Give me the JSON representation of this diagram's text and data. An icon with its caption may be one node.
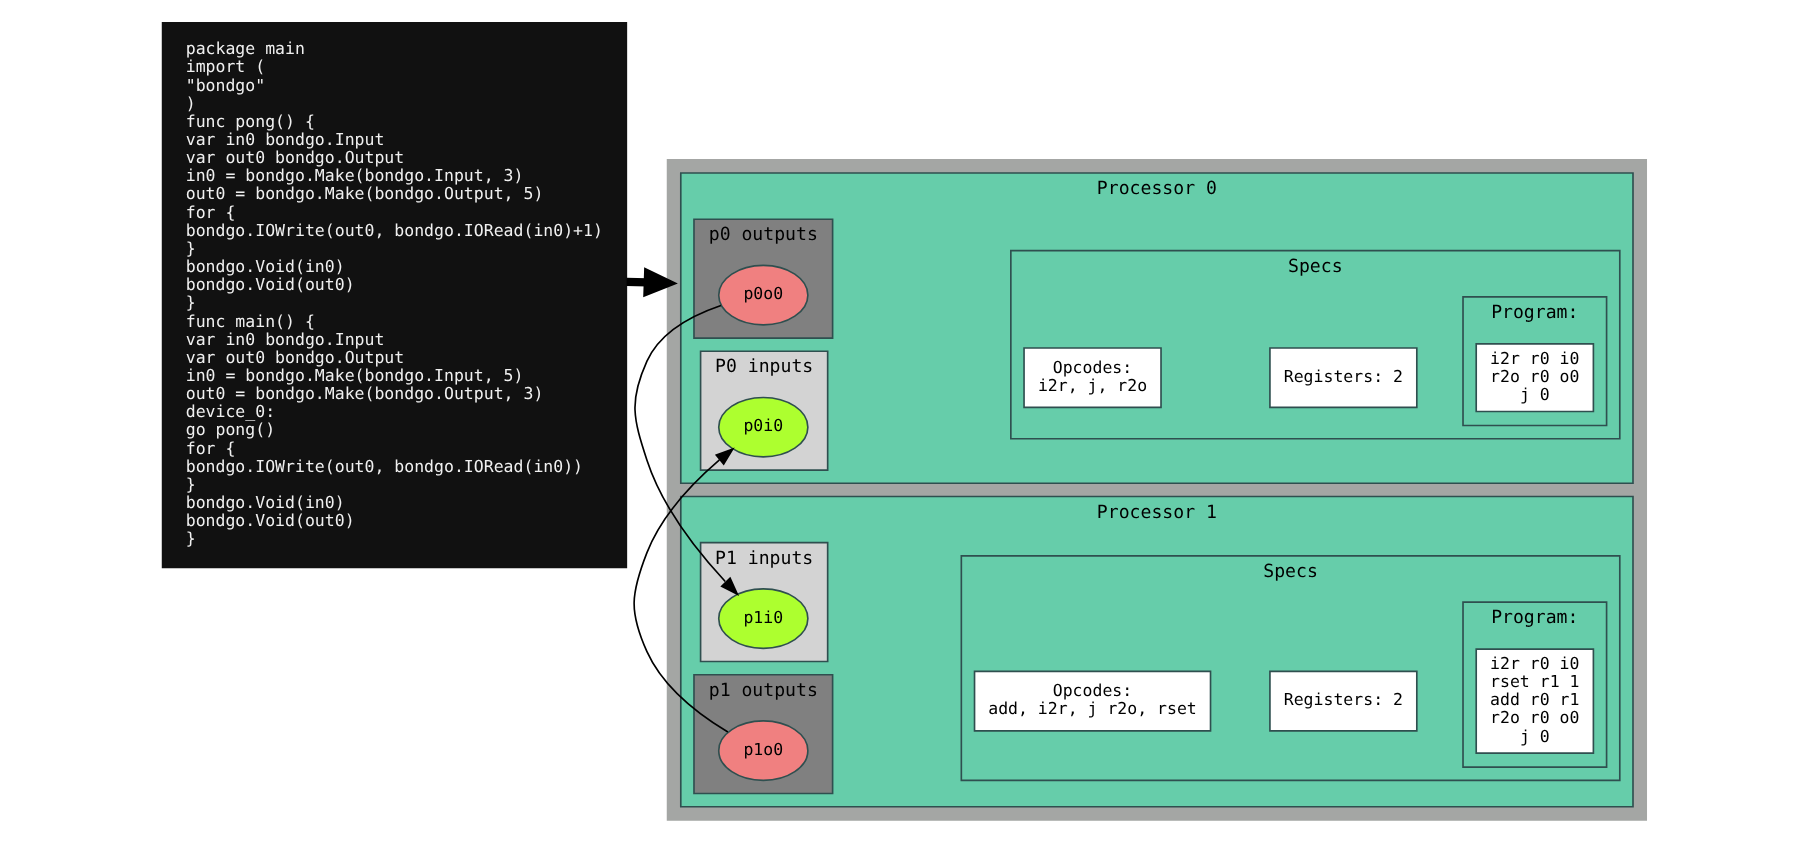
{
  "diagram": {
    "nodes": [
      {
        "text": [
          "package main",
          "import (",
          "\"bondgo\"",
          ")",
          "func pong() {",
          "var in0 bondgo.Input",
          "var out0 bondgo.Output",
          "in0 = bondgo.Make(bondgo.Input, 3)",
          "out0 = bondgo.Make(bondgo.Output, 5)",
          "for {",
          "bondgo.IOWrite(out0, bondgo.IORead(in0)+1)",
          "}",
          "bondgo.Void(in0)",
          "bondgo.Void(out0)",
          "}",
          "func main() {",
          "var in0 bondgo.Input",
          "var out0 bondgo.Output",
          "in0 = bondgo.Make(bondgo.Input, 5)",
          "out0 = bondgo.Make(bondgo.Output, 3)",
          "device_0:",
          "go pong()",
          "for {",
          "bondgo.IOWrite(out0, bondgo.IORead(in0))",
          "}",
          "bondgo.Void(in0)",
          "bondgo.Void(out0)",
          "}"
        ]
      },
      {
        "text": [],
        "shape": "box"
      },
      {
        "text": [
          "Processor 0"
        ],
        "in": 1
      },
      {
        "text": [
          "p0 outputs"
        ],
        "in": 2
      },
      {
        "text": [
          "p0o0"
        ],
        "in": 3
      },
      {
        "text": [
          "P0 inputs"
        ],
        "in": 2
      },
      {
        "text": [
          "p0i0"
        ],
        "in": 5
      },
      {
        "text": [
          "Specs"
        ],
        "in": 2
      },
      {
        "text": [
          "Opcodes:",
          "i2r, j, r2o"
        ],
        "in": 7
      },
      {
        "text": [
          "Registers: 2"
        ],
        "in": 7
      },
      {
        "text": [
          "Program:"
        ],
        "in": 7
      },
      {
        "text": [
          "i2r r0 i0",
          "r2o r0 o0",
          "j 0"
        ],
        "in": 10
      },
      {
        "text": [
          "Processor 1"
        ],
        "in": 1
      },
      {
        "text": [
          "P1 inputs"
        ],
        "in": 12
      },
      {
        "text": [
          "p1i0"
        ],
        "in": 13
      },
      {
        "text": [
          "p1 outputs"
        ],
        "in": 12
      },
      {
        "text": [
          "p1o0"
        ],
        "in": 15
      },
      {
        "text": [
          "Specs"
        ],
        "in": 12
      },
      {
        "text": [
          "Opcodes:",
          "add, i2r, j r2o, rset"
        ],
        "in": 17
      },
      {
        "text": [
          "Registers: 2"
        ],
        "in": 17
      },
      {
        "text": [
          "Program:"
        ],
        "in": 17
      },
      {
        "text": [
          "i2r r0 i0",
          "rset r1 1",
          "add r0 r1",
          "r2o r0 o0",
          "j 0"
        ],
        "in": 20
      }
    ],
    "edges": [
      {
        "from": 0,
        "to": 1,
        "arrow": "to",
        "style": "thick"
      },
      {
        "from": 4,
        "to": 14,
        "arrow": "to"
      },
      {
        "from": 16,
        "to": 6,
        "arrow": "to"
      }
    ]
  }
}
